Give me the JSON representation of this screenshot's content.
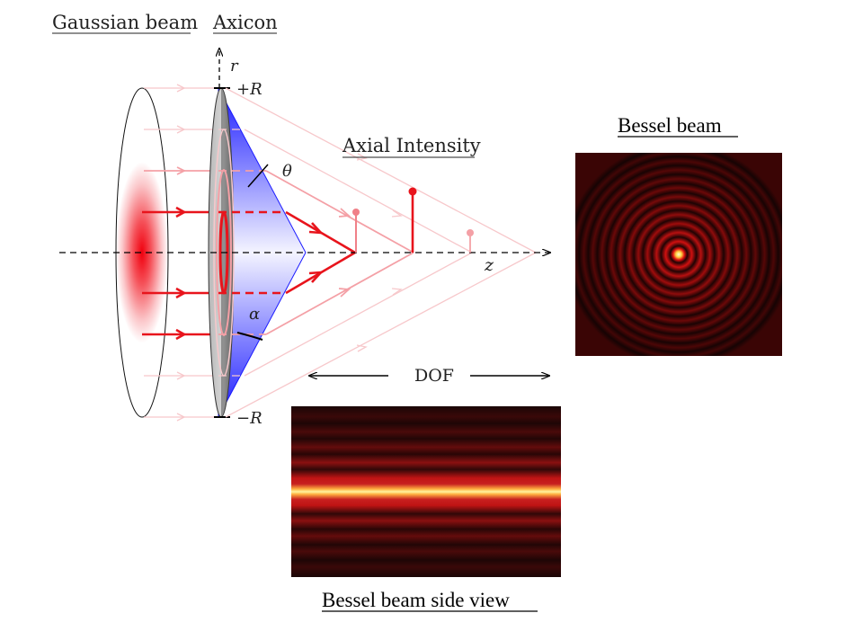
{
  "labels": {
    "gaussian_beam": "Gaussian beam",
    "axicon": "Axicon",
    "axial_intensity": "Axial Intensity",
    "bessel_beam": "Bessel beam",
    "bessel_side_view": "Bessel beam side view",
    "dof": "DOF",
    "r_axis": "r",
    "z_axis": "z",
    "plus_r": "+R",
    "minus_r": "−R",
    "theta": "θ",
    "alpha": "α"
  },
  "colors": {
    "beam_red": "#e8141c",
    "beam_pink": "#f4a0a6",
    "beam_faint": "#f7c8cb",
    "axicon_blue": "#2b2bff",
    "axicon_gray": "#9a9a9a",
    "bessel_dark": "#1a0404",
    "bessel_bright": "#ffe060"
  }
}
